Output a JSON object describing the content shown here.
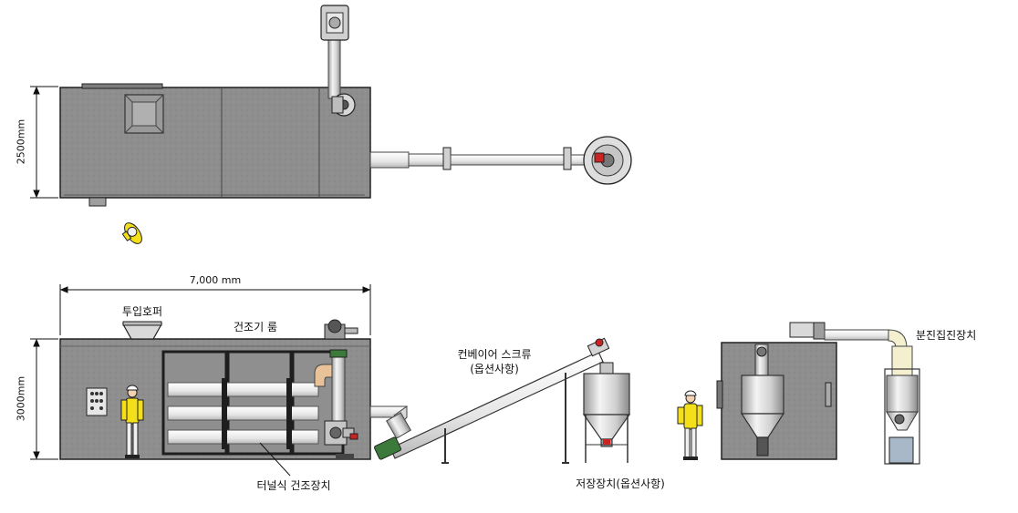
{
  "labels": {
    "dim_top_height": "2500mm",
    "dim_front_width": "7,000 mm",
    "dim_front_height": "3000mm",
    "input_hopper": "투입호퍼",
    "dryer_room": "건조기 룸",
    "conveyor_screw": "컨베이어 스크류",
    "conveyor_option": "(옵션사항)",
    "tunnel_dryer": "터널식 건조장치",
    "storage": "저장장치(옵션사항)",
    "dust_collector": "분진집진장치"
  },
  "colors": {
    "panel": "#8d8d8d",
    "panel_dark": "#6f6f6f",
    "frame": "#1e1e1e",
    "pipe": "#eeeeee",
    "worker": "#f4e01a",
    "accent_red": "#cc2222",
    "accent_green": "#3c7a3c"
  }
}
